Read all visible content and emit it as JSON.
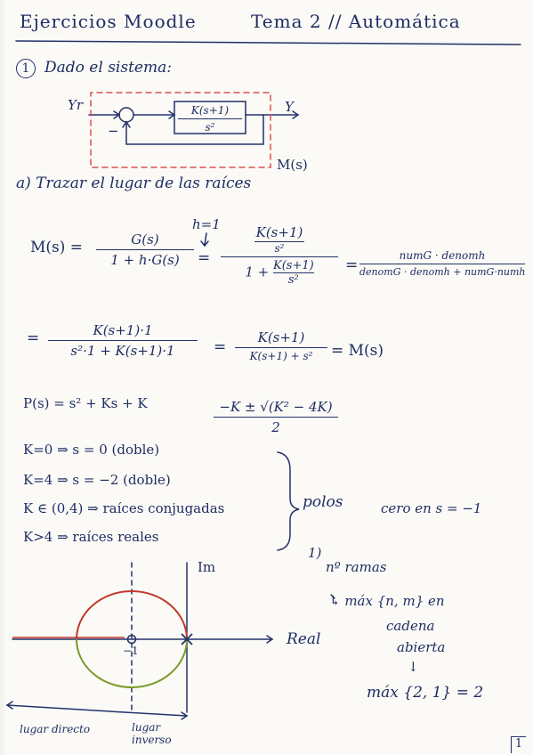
{
  "header": {
    "title_part1": "Ejercicios Moodle",
    "title_part2": "Tema 2 // Automática"
  },
  "exercise": {
    "number": "1",
    "intro": "Dado el sistema:",
    "block_input": "Yr",
    "block_output": "Y",
    "block_tf_num": "K(s+1)",
    "block_tf_den": "s²",
    "feedback_sign": "−",
    "system_label": "M(s)",
    "part_a": "a) Trazar el lugar de las raíces"
  },
  "derivation": {
    "m_lhs": "M(s) =",
    "f1_num": "G(s)",
    "f1_den": "1 + h·G(s)",
    "h_note": "h=1",
    "f2_num": "K(s+1)",
    "f2_num_den": "s²",
    "f2_den_prefix": "1 +",
    "f2_den_num": "K(s+1)",
    "f2_den_den": "s²",
    "f3_num": "numG · denomh",
    "f3_den": "denomG · denomh + numG·numh",
    "line2_eq": "=",
    "f4_num": "K(s+1)·1",
    "f4_den": "s²·1 + K(s+1)·1",
    "f5_num": "K(s+1)",
    "f5_den": "K(s+1) + s²",
    "line2_result": "= M(s)",
    "poly": "P(s) = s² + Ks + K",
    "roots_num": "−K ± √(K² − 4K)",
    "roots_den": "2"
  },
  "cases": [
    "K=0  ⇒  s = 0 (doble)",
    "K=4  ⇒  s = −2 (doble)",
    "K ∈ (0,4)  ⇒  raíces conjugadas",
    "K>4  ⇒  raíces reales"
  ],
  "cases_label": "polos",
  "zero_label": "cero en s = −1",
  "notes": {
    "n_marker": "1)",
    "n_ramas": "nº ramas",
    "arrow_line": "↳ máx {n, m} en",
    "line_b": "cadena",
    "line_c": "abierta",
    "down_arrow": "↓",
    "result": "máx {2, 1} = 2"
  },
  "plot": {
    "im_label": "Im",
    "real_label": "Real",
    "minus_one": "−1",
    "lugar_directo": "lugar directo",
    "lugar_inverso": "lugar inverso",
    "upper_color": "#c0392b",
    "lower_color": "#7a9a2b"
  },
  "page_number": "1"
}
